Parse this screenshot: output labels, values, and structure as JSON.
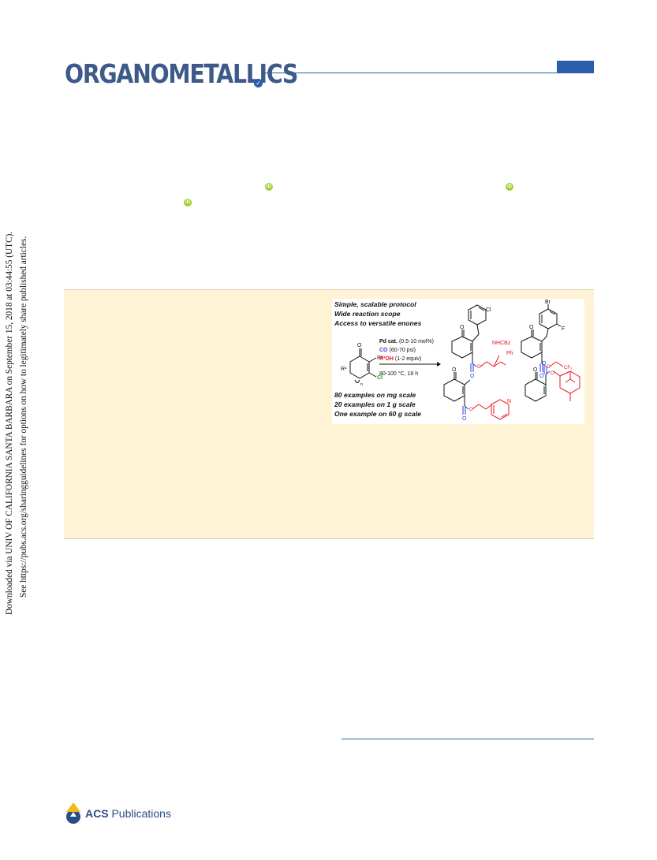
{
  "header": {
    "journal_name": "ORGANOMETALLICS",
    "accent_color": "#2a5daa"
  },
  "side_note": {
    "line1": "Downloaded via UNIV OF CALIFORNIA SANTA BARBARA on September 15, 2018 at 03:44:55 (UTC).",
    "line2": "See https://pubs.acs.org/sharingguidelines for options on how to legitimately share published articles."
  },
  "toc_graphic": {
    "features": [
      "Simple, scalable protocol",
      "Wide reaction scope",
      "Access to versatile enones"
    ],
    "conditions": {
      "catalyst": "Pd cat.",
      "catalyst_loading": "(0.5-10 mol%)",
      "co": "CO",
      "co_pressure": "(60-70 psi)",
      "alcohol": "R³OH",
      "alcohol_equiv": "(1-2 equiv)",
      "temp_time": "80-100 °C, 18 h"
    },
    "scale_notes": [
      "80 examples on mg scale",
      "20 examples on 1 g scale",
      "One example on 60 g scale"
    ],
    "labels": {
      "o": "O",
      "cl": "Cl",
      "br": "Br",
      "f": "F",
      "n": "N",
      "r1": "R¹",
      "r2": "R²",
      "sub_n": "n",
      "nhcbz": "NHCBz",
      "ph": "Ph",
      "cf3": "CF₃"
    },
    "colors": {
      "co": "#2b3cd6",
      "alcohol": "#e8141e",
      "chloride": "#1c9a2a"
    }
  },
  "footer": {
    "publisher_bold": "ACS",
    "publisher_rest": " Publications"
  }
}
